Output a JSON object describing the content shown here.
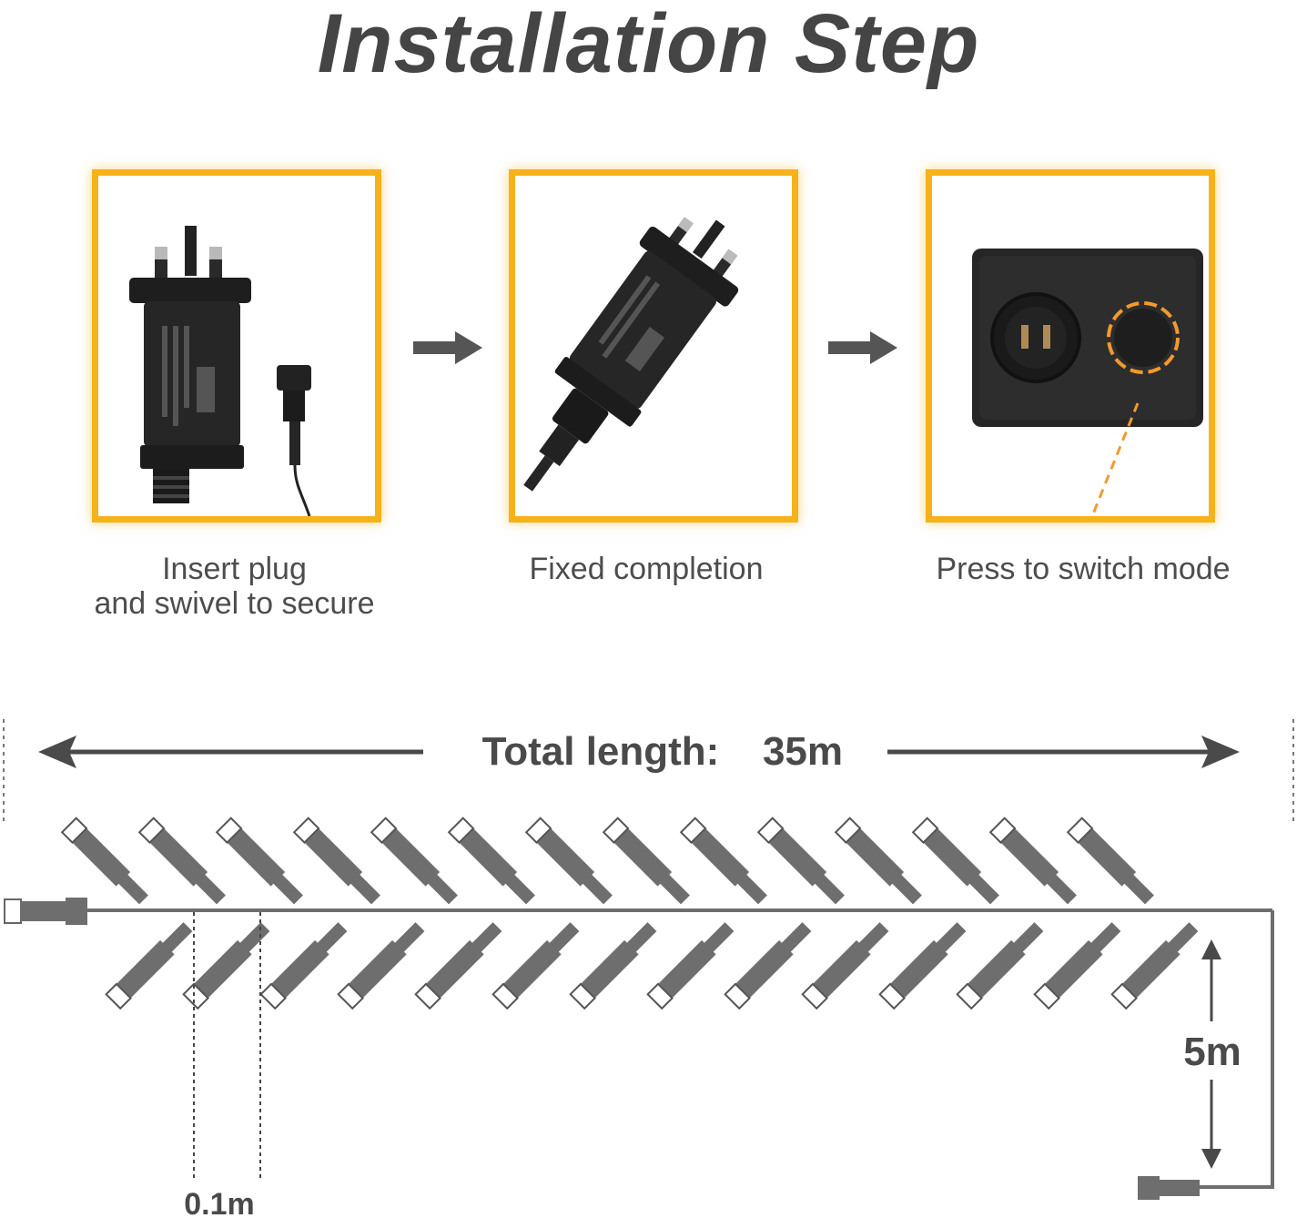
{
  "title": "Installation Step",
  "steps": [
    {
      "caption_line1": "Insert plug",
      "caption_line2": "and swivel to secure"
    },
    {
      "caption_line1": "Fixed completion",
      "caption_line2": ""
    },
    {
      "caption_line1": "Press to switch mode",
      "caption_line2": ""
    }
  ],
  "dimensions": {
    "total_length_label": "Total length:",
    "total_length_value": "35m",
    "lead_length": "5m",
    "bulb_spacing": "0.1m"
  },
  "colors": {
    "accent": "#f6b21b",
    "wire": "#6e6e6e",
    "text": "#4a4a4a"
  }
}
